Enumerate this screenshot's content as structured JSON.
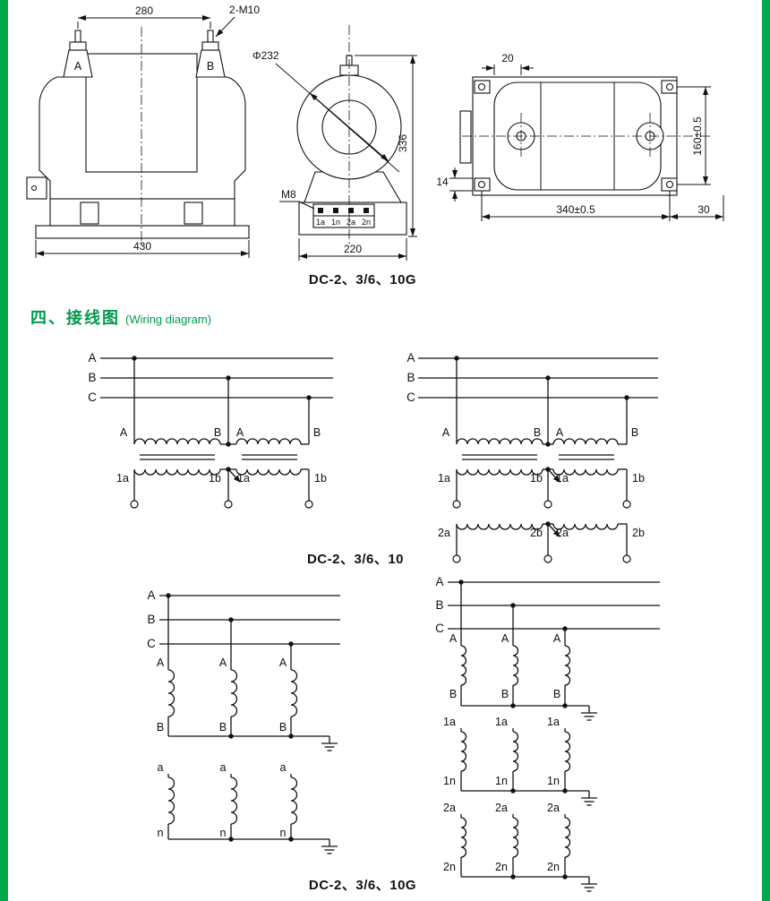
{
  "colors": {
    "edge_green": "#00a94c",
    "heading_green": "#009a4d",
    "line": "#111111"
  },
  "drawing": {
    "caption": "DC-2、3/6、10G",
    "front_view": {
      "dim_top": "280",
      "bolt_label": "2-M10",
      "terminal_left": "A",
      "terminal_right": "B",
      "dim_bottom": "430"
    },
    "side_view": {
      "diameter": "Φ232",
      "dim_height": "336",
      "bolt_label": "M8",
      "terminals": [
        "1a",
        "1n",
        "2a",
        "2n"
      ],
      "dim_bottom": "220"
    },
    "top_view": {
      "dim_offset": "20",
      "dim_tab": "14",
      "dim_height": "160±0.5",
      "dim_width": "340±0.5",
      "dim_edge": "30"
    }
  },
  "section": {
    "title": "四、接线图",
    "subtitle": "(Wiring diagram)"
  },
  "wiring": {
    "vv_single": {
      "phases": [
        "A",
        "B",
        "C"
      ],
      "primary": [
        "A",
        "B",
        "A",
        "B"
      ],
      "secondary": [
        "1a",
        "1b",
        "1a",
        "1b"
      ]
    },
    "vv_dual": {
      "phases": [
        "A",
        "B",
        "C"
      ],
      "primary": [
        "A",
        "B",
        "A",
        "B"
      ],
      "secondary1": [
        "1a",
        "1b",
        "1a",
        "1b"
      ],
      "secondary2": [
        "2a",
        "2b",
        "2a",
        "2b"
      ]
    },
    "caption_vv": "DC-2、3/6、10",
    "yy_single": {
      "phases": [
        "A",
        "B",
        "C"
      ],
      "primary_top": [
        "A",
        "A",
        "A"
      ],
      "primary_bottom": [
        "B",
        "B",
        "B"
      ],
      "secondary_top": [
        "a",
        "a",
        "a"
      ],
      "secondary_bottom": [
        "n",
        "n",
        "n"
      ]
    },
    "yy_dual": {
      "phases": [
        "A",
        "B",
        "C"
      ],
      "primary_top": [
        "A",
        "A",
        "A"
      ],
      "primary_bottom": [
        "B",
        "B",
        "B"
      ],
      "sec1_top": [
        "1a",
        "1a",
        "1a"
      ],
      "sec1_bottom": [
        "1n",
        "1n",
        "1n"
      ],
      "sec2_top": [
        "2a",
        "2a",
        "2a"
      ],
      "sec2_bottom": [
        "2n",
        "2n",
        "2n"
      ]
    },
    "caption_yy": "DC-2、3/6、10G"
  }
}
